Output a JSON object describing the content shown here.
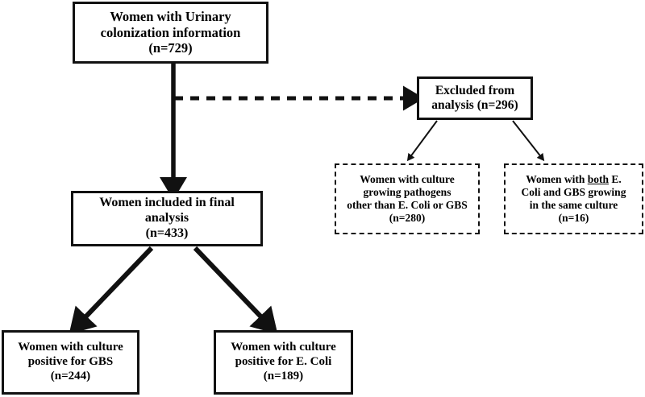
{
  "diagram": {
    "title_absent": true,
    "colors": {
      "stroke": "#111111",
      "fill": "#ffffff",
      "text": "#000000"
    },
    "nodes": {
      "top": {
        "name": "women-with-urinary-colonization-information",
        "lines": [
          "Women with Urinary",
          "colonization information",
          "(n=729)"
        ],
        "count": "729",
        "border": "solid"
      },
      "included": {
        "name": "women-included-in-final-analysis",
        "lines": [
          "Women included in final",
          "analysis",
          "(n=433)"
        ],
        "count": "433",
        "border": "solid"
      },
      "excluded": {
        "name": "excluded-from-analysis",
        "lines": [
          "Excluded from",
          "analysis (n=296)"
        ],
        "count": "296",
        "border": "solid"
      },
      "other_pathogens": {
        "name": "culture-growing-other-pathogens",
        "lines": [
          "Women with culture",
          "growing pathogens",
          "other than E. Coli or GBS",
          "(n=280)"
        ],
        "count": "280",
        "border": "dashed"
      },
      "both": {
        "name": "both-ecoli-and-gbs",
        "lines_html": [
          "Women with <u>both</u> E.",
          "Coli and GBS growing",
          "in the same culture",
          "(n=16)"
        ],
        "count": "16",
        "border": "dashed"
      },
      "gbs": {
        "name": "culture-positive-for-gbs",
        "lines": [
          "Women with culture",
          "positive for GBS",
          "(n=244)"
        ],
        "count": "244",
        "border": "solid"
      },
      "ecoli": {
        "name": "culture-positive-for-ecoli",
        "lines": [
          "Women with culture",
          "positive for E. Coli",
          "(n=189)"
        ],
        "count": "189",
        "border": "solid"
      }
    },
    "edges": [
      {
        "name": "edge-top-to-included",
        "from": "top",
        "to": "included",
        "style": "solid-thick-arrow"
      },
      {
        "name": "edge-trunk-to-excluded",
        "from": "top",
        "to": "excluded",
        "style": "dashed-arrow"
      },
      {
        "name": "edge-excluded-to-other-pathogens",
        "from": "excluded",
        "to": "other_pathogens",
        "style": "solid-thin-arrow"
      },
      {
        "name": "edge-excluded-to-both",
        "from": "excluded",
        "to": "both",
        "style": "solid-thin-arrow"
      },
      {
        "name": "edge-included-to-gbs",
        "from": "included",
        "to": "gbs",
        "style": "solid-thick-arrow"
      },
      {
        "name": "edge-included-to-ecoli",
        "from": "included",
        "to": "ecoli",
        "style": "solid-thick-arrow"
      }
    ]
  }
}
